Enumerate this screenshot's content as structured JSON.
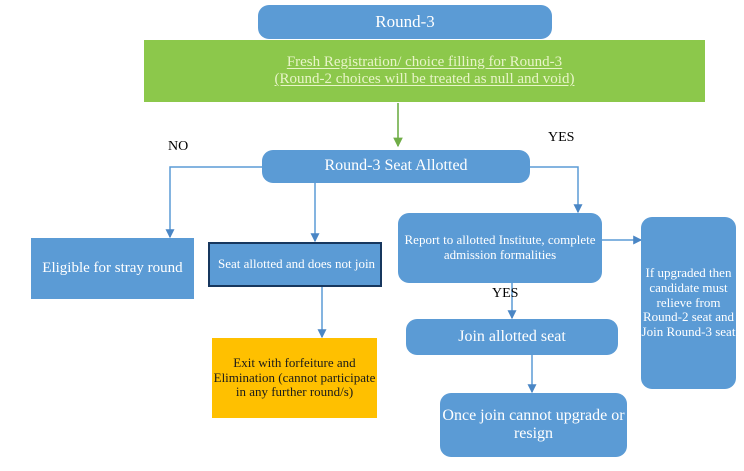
{
  "chart_data": {
    "type": "diagram",
    "title": "Round-3 Seat Allotment Flowchart",
    "nodes": [
      {
        "id": "round3",
        "label": "Round-3",
        "color": "#5b9bd5",
        "shape": "rounded-rect"
      },
      {
        "id": "fresh_reg",
        "label": "Fresh Registration/ choice filling for Round-3\n(Round-2 choices will be treated as null and void)",
        "color": "#8cc84b",
        "shape": "rect"
      },
      {
        "id": "seat_allotted",
        "label": "Round-3 Seat Allotted",
        "color": "#5b9bd5",
        "shape": "rounded-rect"
      },
      {
        "id": "eligible_stray",
        "label": "Eligible for stray\nround",
        "color": "#5b9bd5",
        "shape": "rect"
      },
      {
        "id": "does_not_join",
        "label": "Seat allotted and does\nnot join",
        "color": "#5b9bd5",
        "shape": "rect-bordered"
      },
      {
        "id": "exit_forfeiture",
        "label": "Exit with forfeiture and\nElimination (cannot\nparticipate in any\nfurther round/s)",
        "color": "#ffc000",
        "shape": "rect"
      },
      {
        "id": "report_institute",
        "label": "Report to allotted Institute,\ncomplete admission\nformalities",
        "color": "#5b9bd5",
        "shape": "rounded-rect"
      },
      {
        "id": "if_upgraded",
        "label": "If upgraded\nthen\ncandidate\nmust relieve\nfrom Round-\n2 seat and\nJoin Round-3\nseat",
        "color": "#5b9bd5",
        "shape": "rounded-rect"
      },
      {
        "id": "join_seat",
        "label": "Join allotted seat",
        "color": "#5b9bd5",
        "shape": "rounded-rect"
      },
      {
        "id": "once_join",
        "label": "Once join cannot\nupgrade or resign",
        "color": "#5b9bd5",
        "shape": "rounded-rect"
      }
    ],
    "edges": [
      {
        "from": "fresh_reg",
        "to": "seat_allotted",
        "label": "",
        "color": "#70ad47"
      },
      {
        "from": "seat_allotted",
        "to": "eligible_stray",
        "label": "NO",
        "color": "#5b9bd5"
      },
      {
        "from": "seat_allotted",
        "to": "does_not_join",
        "label": "",
        "color": "#5b9bd5"
      },
      {
        "from": "seat_allotted",
        "to": "report_institute",
        "label": "YES",
        "color": "#5b9bd5"
      },
      {
        "from": "does_not_join",
        "to": "exit_forfeiture",
        "label": "",
        "color": "#5b9bd5"
      },
      {
        "from": "report_institute",
        "to": "if_upgraded",
        "label": "",
        "color": "#5b9bd5"
      },
      {
        "from": "report_institute",
        "to": "join_seat",
        "label": "YES",
        "color": "#5b9bd5"
      },
      {
        "from": "join_seat",
        "to": "once_join",
        "label": "",
        "color": "#5b9bd5"
      }
    ]
  },
  "diagram": {
    "round3": "Round-3",
    "fresh_registration_line1": "Fresh Registration/ choice filling for Round-3",
    "fresh_registration_line2": "(Round-2 choices will be treated as null and void)",
    "seat_allotted": "Round-3 Seat Allotted",
    "eligible_stray": "Eligible for stray round",
    "does_not_join": "Seat allotted and does not join",
    "exit_forfeiture": "Exit with forfeiture and Elimination (cannot participate in any further round/s)",
    "report_institute": "Report to allotted Institute, complete admission formalities",
    "if_upgraded": "If upgraded then candidate must relieve from Round-2 seat and Join Round-3 seat",
    "join_seat": "Join allotted seat",
    "once_join": "Once join cannot upgrade or resign"
  },
  "labels": {
    "no": "NO",
    "yes_right": "YES",
    "yes_middle": "YES"
  },
  "colors": {
    "blue": "#5b9bd5",
    "green": "#8cc84b",
    "yellow": "#ffc000",
    "green_arrow": "#70ad47",
    "dark_border": "#17375e",
    "white_text": "#ffffff",
    "dark_text": "#1a1a1a"
  }
}
